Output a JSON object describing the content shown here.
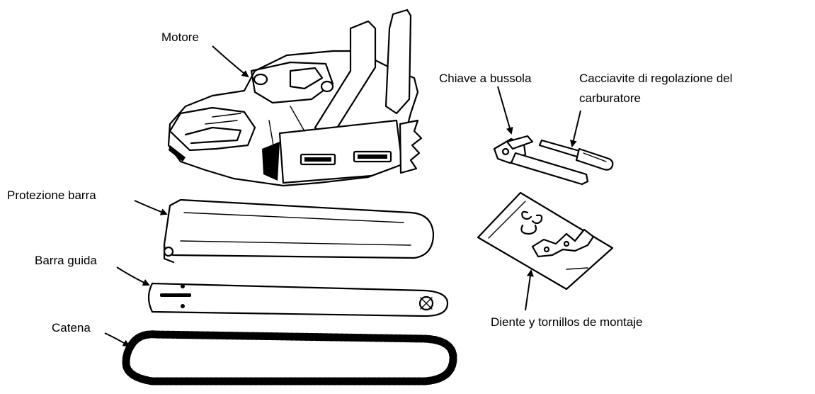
{
  "labels": {
    "motore": "Motore",
    "protezione_barra": "Protezione barra",
    "barra_guida": "Barra guida",
    "catena": "Catena",
    "chiave_a_bussola": "Chiave a bussola",
    "cacciavite_line1": "Cacciavite di regolazione del",
    "cacciavite_line2": "carburatore",
    "diente": "Diente y tornillos de montaje"
  },
  "icons": [
    "chainsaw-engine-icon",
    "bar-cover-icon",
    "guide-bar-icon",
    "chain-icon",
    "box-wrench-icon",
    "screwdriver-icon",
    "parts-bag-icon"
  ]
}
